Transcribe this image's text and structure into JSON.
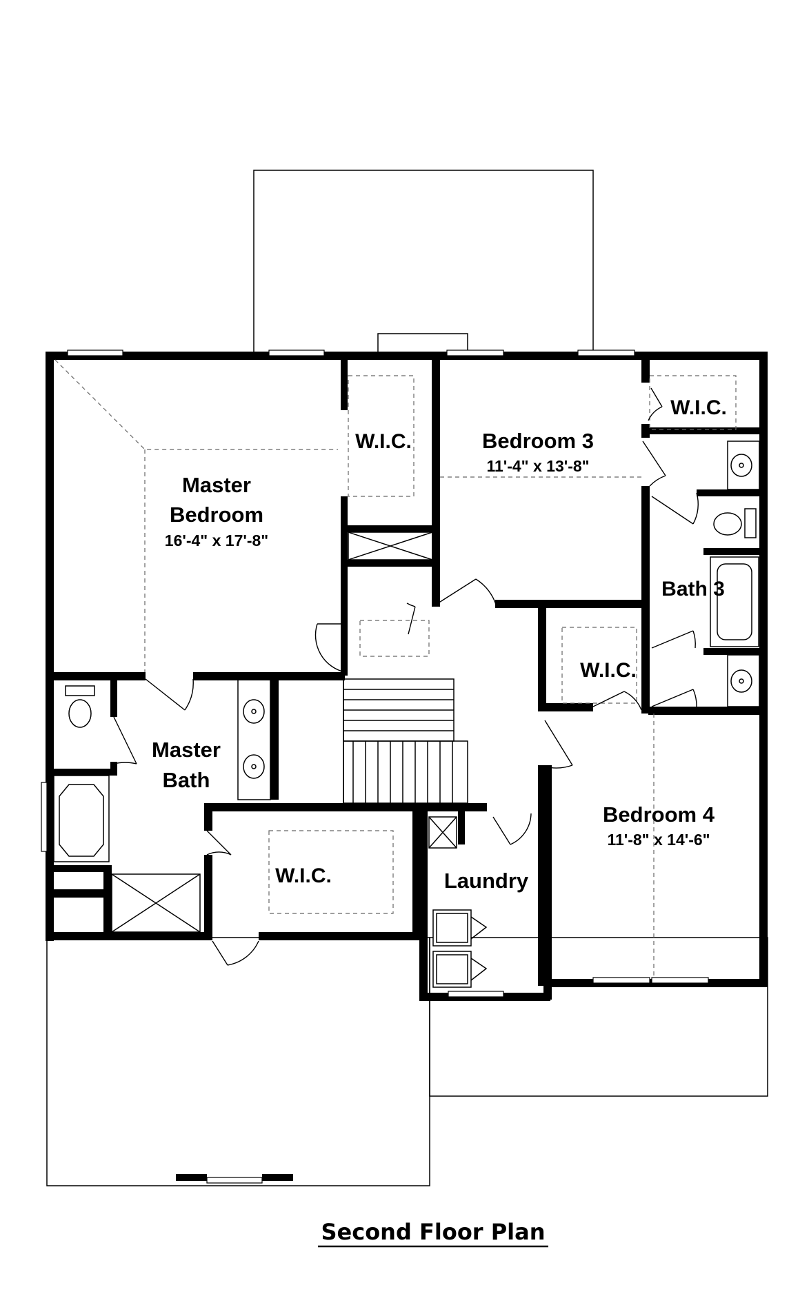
{
  "plan_title": "Second Floor Plan",
  "rooms": {
    "master_bedroom": {
      "name_line1": "Master",
      "name_line2": "Bedroom",
      "dims": "16'-4\" x 17'-8\""
    },
    "bedroom3": {
      "name": "Bedroom 3",
      "dims": "11'-4\" x 13'-8\""
    },
    "bedroom4": {
      "name": "Bedroom 4",
      "dims": "11'-8\" x 14'-6\""
    },
    "master_bath": {
      "name_line1": "Master",
      "name_line2": "Bath"
    },
    "bath3": {
      "name": "Bath 3"
    },
    "laundry": {
      "name": "Laundry"
    },
    "wic_master_bedroom": {
      "name": "W.I.C."
    },
    "wic_bedroom3": {
      "name": "W.I.C."
    },
    "wic_bedroom4": {
      "name": "W.I.C."
    },
    "wic_master_bath": {
      "name": "W.I.C."
    }
  }
}
